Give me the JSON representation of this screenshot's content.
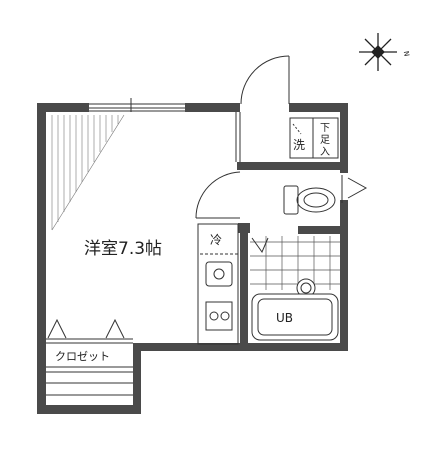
{
  "floorplan": {
    "room_label": "洋室7.3帖",
    "closet_label": "クロゼット",
    "bath_label": "UB",
    "fridge_label": "冷",
    "washer_label": "洗",
    "shoe_box_label": "下足入",
    "compass_mark": "N",
    "wall_color": "#4a4a4a",
    "line_color": "#333333"
  }
}
